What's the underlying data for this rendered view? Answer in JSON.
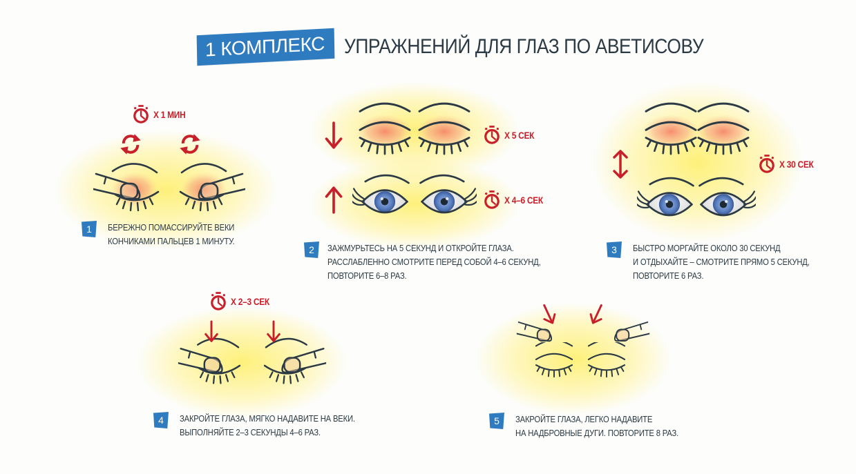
{
  "title": {
    "badge": "1 КОМПЛЕКС",
    "rest": "УПРАЖНЕНИЙ ДЛЯ ГЛАЗ ПО АВЕТИСОВУ"
  },
  "colors": {
    "accent_blue": "#2f7bc0",
    "timer_red": "#c8202a",
    "line_dark": "#2b3a44",
    "glow_yellow": "#ffec50",
    "lid_red": "#f28a70",
    "iris_blue": "#5b7fc0"
  },
  "exercises": [
    {
      "number": "1",
      "timer": "Х 1 МИН",
      "icon": "rotate-arrows-icon",
      "lines": [
        "БЕРЕЖНО ПОМАССИРУЙТЕ ВЕКИ",
        "КОНЧИКАМИ ПАЛЬЦЕВ 1 МИНУТУ."
      ]
    },
    {
      "number": "2",
      "timer_closed": "Х 5 СЕК",
      "timer_open": "Х 4–6 СЕК",
      "icon_closed": "arrow-down-icon",
      "icon_open": "arrow-up-icon",
      "lines": [
        "ЗАЖМУРЬТЕСЬ НА 5 СЕКУНД И ОТКРОЙТЕ ГЛАЗА.",
        "РАССЛАБЛЕННО СМОТРИТЕ ПЕРЕД СОБОЙ 4–6 СЕКУНД,",
        "ПОВТОРИТЕ 6–8 РАЗ."
      ]
    },
    {
      "number": "3",
      "timer": "Х 30 СЕК",
      "icon": "arrow-up-down-icon",
      "lines": [
        "БЫСТРО МОРГАЙТЕ ОКОЛО 30 СЕКУНД",
        "И ОТДЫХАЙТЕ – СМОТРИТЕ ПРЯМО 5 СЕКУНД,",
        "ПОВТОРИТЕ 6 РАЗ."
      ]
    },
    {
      "number": "4",
      "timer": "Х 2–3 СЕК",
      "icon": "arrow-down-icon",
      "lines": [
        "ЗАКРОЙТЕ ГЛАЗА, МЯГКО НАДАВИТЕ НА ВЕКИ.",
        "ВЫПОЛНЯЙТЕ 2–3 СЕКУНДЫ 4–6 РАЗ."
      ]
    },
    {
      "number": "5",
      "icon": "arrow-down-icon",
      "lines": [
        "ЗАКРОЙТЕ ГЛАЗА, ЛЕГКО НАДАВИТЕ",
        "НА НАДБРОВНЫЕ ДУГИ. ПОВТОРИТЕ 8 РАЗ."
      ]
    }
  ]
}
